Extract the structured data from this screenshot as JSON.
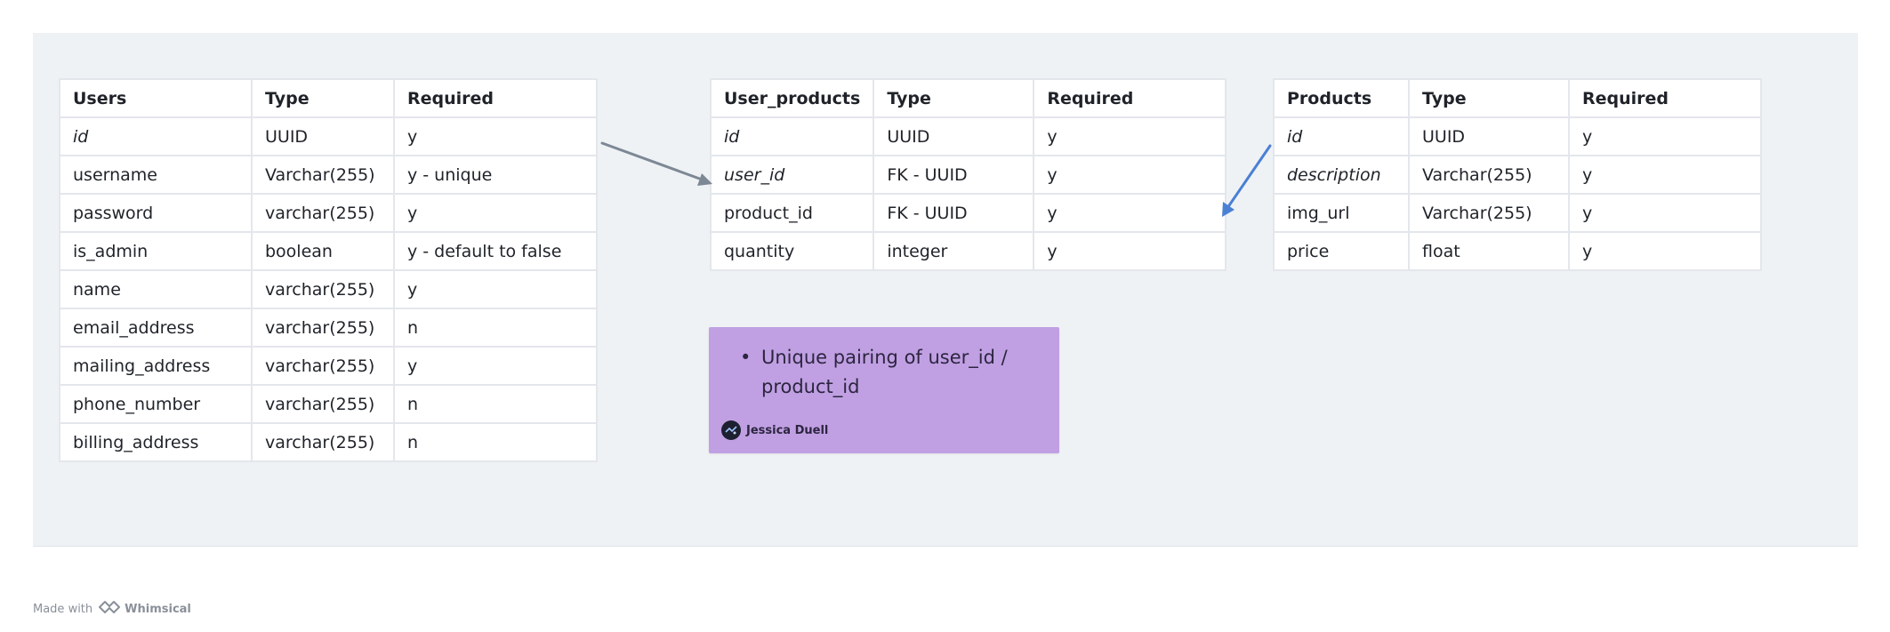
{
  "tables": [
    {
      "name": "users",
      "columns": [
        "Users",
        "Type",
        "Required"
      ],
      "rows": [
        [
          "id",
          "UUID",
          "y"
        ],
        [
          "username",
          "Varchar(255)",
          "y - unique"
        ],
        [
          "password",
          "varchar(255)",
          "y"
        ],
        [
          "is_admin",
          "boolean",
          "y - default to false"
        ],
        [
          "name",
          "varchar(255)",
          "y"
        ],
        [
          "email_address",
          "varchar(255)",
          "n"
        ],
        [
          "mailing_address",
          "varchar(255)",
          "y"
        ],
        [
          "phone_number",
          "varchar(255)",
          "n"
        ],
        [
          "billing_address",
          "varchar(255)",
          "n"
        ]
      ]
    },
    {
      "name": "user_products",
      "columns": [
        "User_products",
        "Type",
        "Required"
      ],
      "rows": [
        [
          "id",
          "UUID",
          "y"
        ],
        [
          "user_id",
          "FK - UUID",
          "y"
        ],
        [
          "product_id",
          "FK - UUID",
          "y"
        ],
        [
          "quantity",
          "integer",
          "y"
        ]
      ]
    },
    {
      "name": "products",
      "columns": [
        "Products",
        "Type",
        "Required"
      ],
      "rows": [
        [
          "id",
          "UUID",
          "y"
        ],
        [
          "description",
          "Varchar(255)",
          "y"
        ],
        [
          "img_url",
          "Varchar(255)",
          "y"
        ],
        [
          "price",
          "float",
          "y"
        ]
      ]
    }
  ],
  "note": {
    "text": "Unique pairing of user_id / product_id",
    "bullet": "•",
    "author": "Jessica Duell",
    "color": "#c0a0e3"
  },
  "footer": {
    "made_with": "Made with",
    "brand": "Whimsical"
  },
  "colors": {
    "canvas": "#eff2f5",
    "arrow_gray": "#7d8895",
    "arrow_blue": "#4a80d4"
  }
}
